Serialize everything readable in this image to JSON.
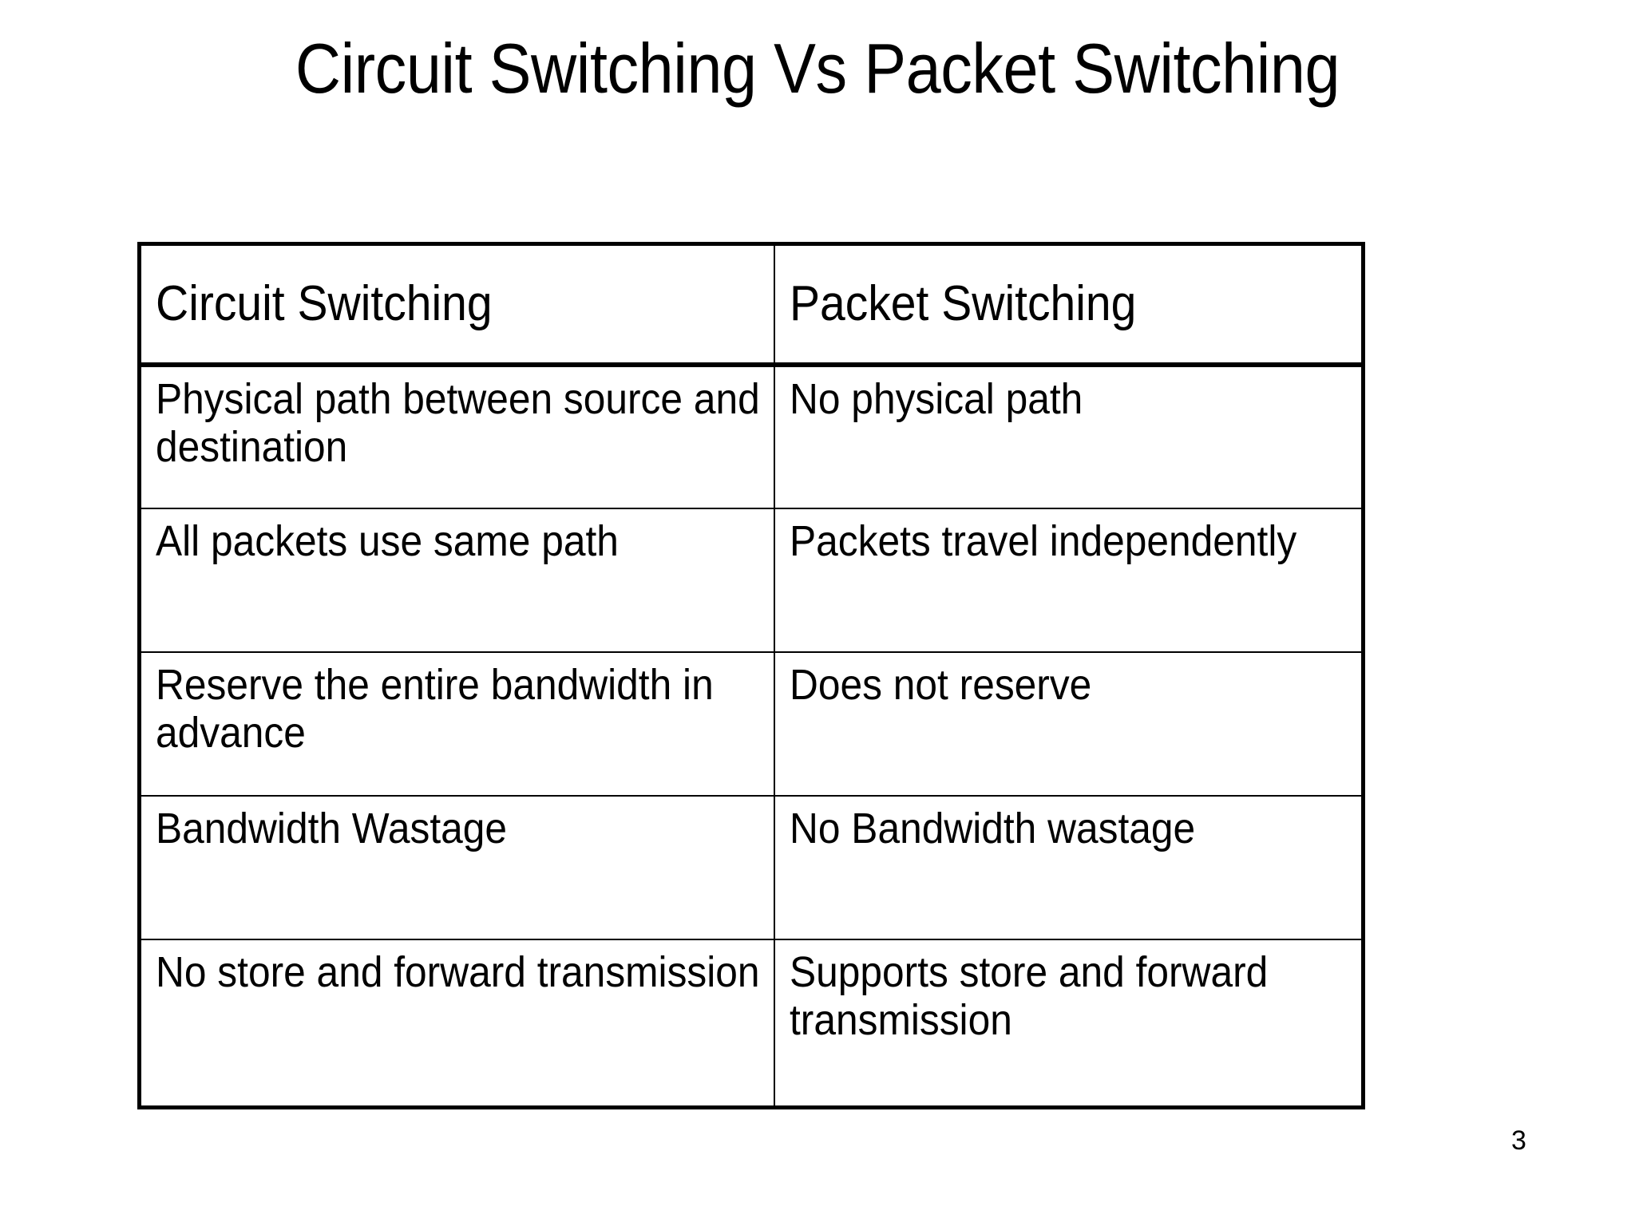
{
  "slide": {
    "title": "Circuit Switching Vs Packet Switching",
    "page_number": "3",
    "background_color": "#ffffff",
    "text_color": "#000000",
    "border_color": "#000000"
  },
  "table": {
    "headers": [
      "Circuit Switching",
      "Packet Switching"
    ],
    "rows": [
      {
        "circuit_switching": "Physical path between source and destination",
        "packet_switching": "No physical path"
      },
      {
        "circuit_switching": "All packets use same path",
        "packet_switching": "Packets travel independently"
      },
      {
        "circuit_switching": "Reserve the entire bandwidth in advance",
        "packet_switching": "Does not reserve"
      },
      {
        "circuit_switching": "Bandwidth Wastage",
        "packet_switching": "No Bandwidth wastage"
      },
      {
        "circuit_switching": "No store and forward transmission",
        "packet_switching": "Supports store and forward transmission"
      }
    ]
  }
}
